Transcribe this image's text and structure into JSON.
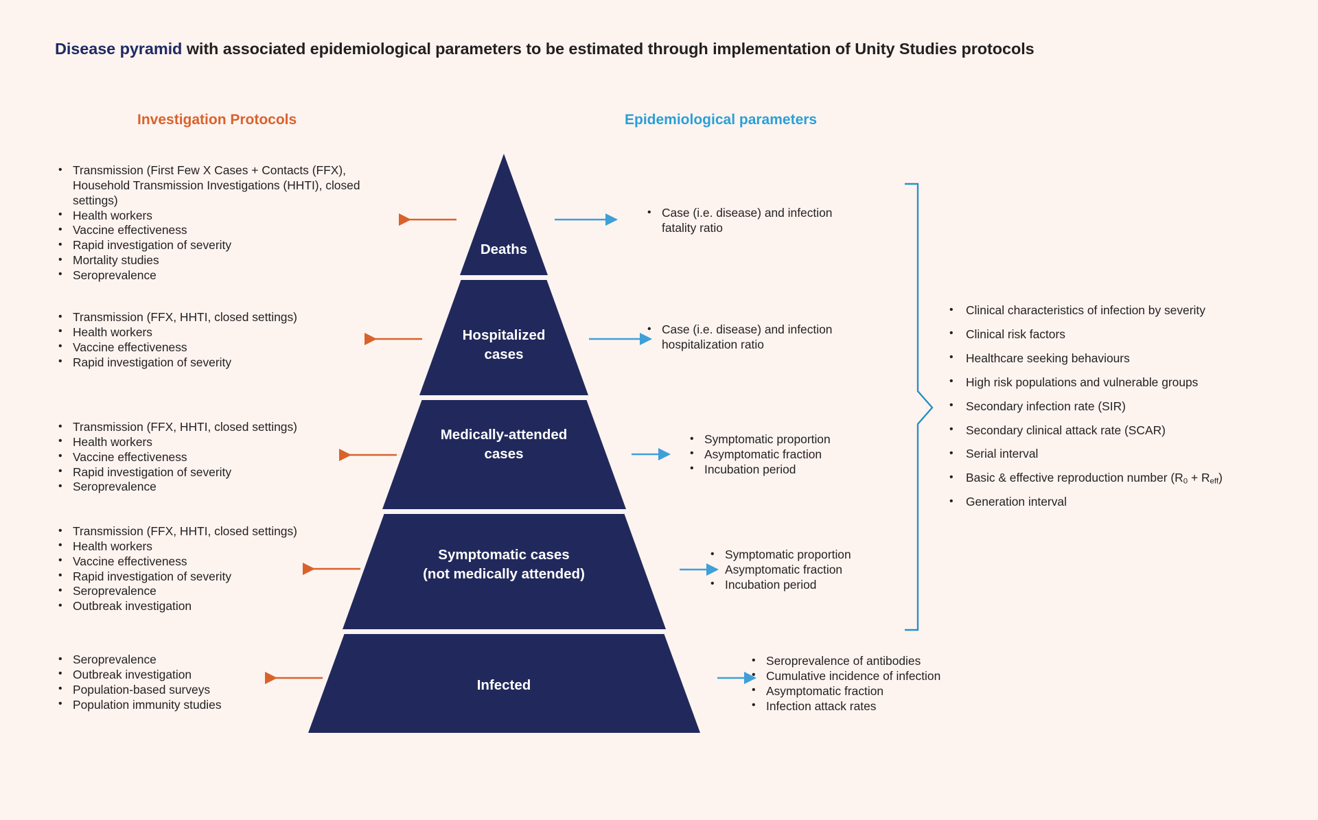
{
  "title": {
    "accent": "Disease pyramid",
    "rest": " with associated epidemiological parameters to be estimated through implementation of Unity Studies protocols"
  },
  "colors": {
    "background": "#fdf4f0",
    "pyramid_navy": "#21295c",
    "protocols_orange": "#d9622b",
    "parameters_blue": "#2a9fd6",
    "title_navy": "#1f2a63",
    "divider_white": "#ffffff"
  },
  "headers": {
    "protocols": "Investigation Protocols",
    "parameters": "Epidemiological parameters"
  },
  "pyramid": {
    "bands": [
      {
        "id": "deaths",
        "label_lines": [
          "Deaths"
        ]
      },
      {
        "id": "hospitalized",
        "label_lines": [
          "Hospitalized",
          "cases"
        ]
      },
      {
        "id": "medically",
        "label_lines": [
          "Medically-attended",
          "cases"
        ]
      },
      {
        "id": "symptomatic",
        "label_lines": [
          "Symptomatic cases",
          "(not medically attended)"
        ]
      },
      {
        "id": "infected",
        "label_lines": [
          "Infected"
        ]
      }
    ]
  },
  "protocols": {
    "deaths": [
      "Transmission (First Few X Cases + Contacts (FFX), Household Transmission Investigations (HHTI), closed settings)",
      "Health workers",
      "Vaccine effectiveness",
      "Rapid investigation of severity",
      "Mortality studies",
      "Seroprevalence"
    ],
    "hospitalized": [
      "Transmission (FFX, HHTI, closed settings)",
      "Health workers",
      "Vaccine effectiveness",
      "Rapid investigation of severity"
    ],
    "medically": [
      "Transmission (FFX, HHTI, closed settings)",
      "Health workers",
      "Vaccine effectiveness",
      "Rapid investigation of severity",
      "Seroprevalence"
    ],
    "symptomatic": [
      "Transmission (FFX, HHTI, closed settings)",
      "Health workers",
      "Vaccine effectiveness",
      "Rapid investigation of severity",
      "Seroprevalence",
      "Outbreak investigation"
    ],
    "infected": [
      "Seroprevalence",
      "Outbreak investigation",
      "Population-based surveys",
      "Population immunity studies"
    ]
  },
  "parameters": {
    "deaths": [
      "Case (i.e. disease) and infection fatality ratio"
    ],
    "hospitalized": [
      "Case (i.e. disease) and infection hospitalization ratio"
    ],
    "medically": [
      "Symptomatic proportion",
      "Asymptomatic fraction",
      "Incubation period"
    ],
    "symptomatic": [
      "Symptomatic proportion",
      "Asymptomatic fraction",
      "Incubation period"
    ],
    "infected": [
      "Seroprevalence of antibodies",
      "Cumulative incidence of infection",
      "Asymptomatic fraction",
      "Infection attack rates"
    ]
  },
  "cross_cutting": [
    {
      "text": "Clinical characteristics of infection by severity"
    },
    {
      "text": "Clinical risk factors"
    },
    {
      "text": "Healthcare seeking behaviours"
    },
    {
      "text": "High risk populations and vulnerable groups"
    },
    {
      "text": "Secondary infection rate (SIR)"
    },
    {
      "text": "Secondary clinical attack rate (SCAR)"
    },
    {
      "text": "Serial interval"
    },
    {
      "text": "Basic & effective reproduction number (R",
      "sub1": "0",
      "mid": " + R",
      "sub2": "eff",
      "tail": ")"
    },
    {
      "text": "Generation interval"
    }
  ]
}
